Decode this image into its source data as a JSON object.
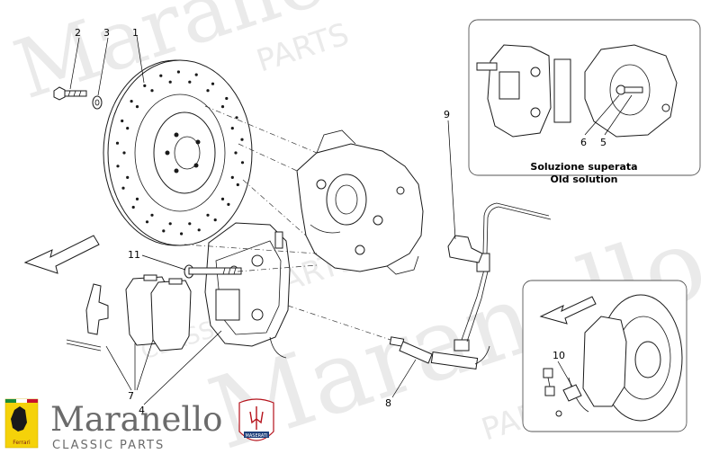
{
  "callouts": {
    "n1": "1",
    "n2": "2",
    "n3": "3",
    "n4": "4",
    "n5": "5",
    "n6": "6",
    "n7": "7",
    "n8": "8",
    "n9": "9",
    "n10": "10",
    "n11": "11"
  },
  "inset_top": {
    "caption_it": "Soluzione superata",
    "caption_en": "Old solution"
  },
  "logo": {
    "name": "Maranello",
    "sub": "CLASSIC PARTS",
    "ferrari_badge": "Ferrari",
    "maserati_badge": "MASERATI"
  },
  "watermark": {
    "word": "Maranello",
    "parts": "PARTS",
    "classic": "CLASSIC"
  },
  "colors": {
    "line": "#1a1a1a",
    "watermark": "#d9d9d9",
    "logo_grey": "#6b6b6b",
    "ferrari_yellow": "#f5d20a",
    "maserati_red": "#b5121b"
  }
}
